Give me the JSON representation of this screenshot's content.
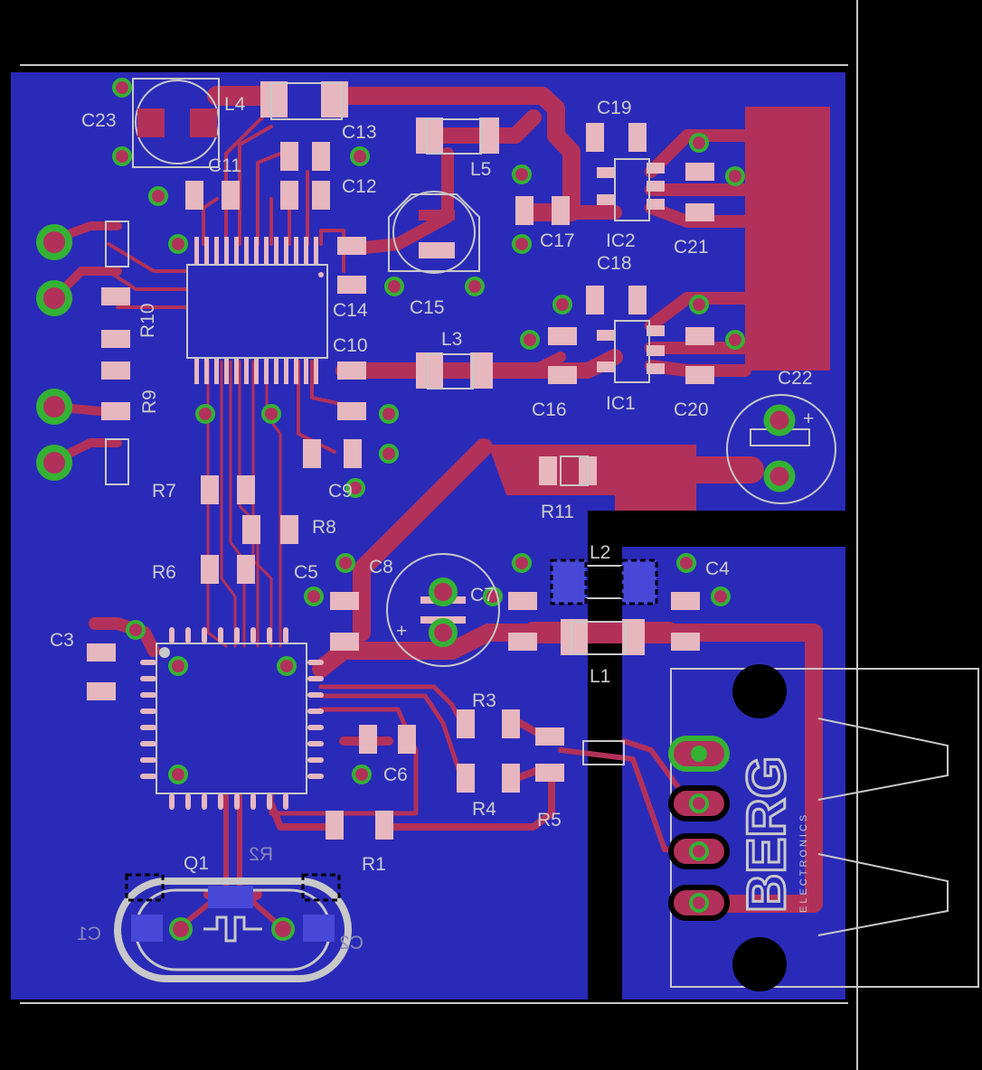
{
  "board": {
    "colors": {
      "background": "#000000",
      "ground_pour": "#2a2ab8",
      "top_copper": "#b2315a",
      "pad": "#e6b7be",
      "via_ring": "#34b234",
      "silkscreen": "#c8c8c8",
      "bottom_pad": "#4848d8"
    },
    "components": [
      {
        "ref": "C23"
      },
      {
        "ref": "L4"
      },
      {
        "ref": "C13"
      },
      {
        "ref": "C11"
      },
      {
        "ref": "C12"
      },
      {
        "ref": "L5"
      },
      {
        "ref": "C19"
      },
      {
        "ref": "C17"
      },
      {
        "ref": "IC2"
      },
      {
        "ref": "C21"
      },
      {
        "ref": "C18"
      },
      {
        "ref": "R10"
      },
      {
        "ref": "C14"
      },
      {
        "ref": "C15"
      },
      {
        "ref": "C10"
      },
      {
        "ref": "L3"
      },
      {
        "ref": "C16"
      },
      {
        "ref": "IC1"
      },
      {
        "ref": "C20"
      },
      {
        "ref": "C22"
      },
      {
        "ref": "R9"
      },
      {
        "ref": "C9"
      },
      {
        "ref": "R7"
      },
      {
        "ref": "R8"
      },
      {
        "ref": "R11"
      },
      {
        "ref": "R6"
      },
      {
        "ref": "C5"
      },
      {
        "ref": "C8"
      },
      {
        "ref": "C7"
      },
      {
        "ref": "L2"
      },
      {
        "ref": "C4"
      },
      {
        "ref": "C3"
      },
      {
        "ref": "L1"
      },
      {
        "ref": "R3"
      },
      {
        "ref": "R4"
      },
      {
        "ref": "C6"
      },
      {
        "ref": "R5"
      },
      {
        "ref": "R1"
      },
      {
        "ref": "Q1"
      },
      {
        "ref": "R2"
      },
      {
        "ref": "C1"
      },
      {
        "ref": "C2"
      }
    ],
    "connector": {
      "brand": "BERG",
      "subtitle": "ELECTRONICS"
    },
    "silk": {
      "plus": "+"
    }
  }
}
